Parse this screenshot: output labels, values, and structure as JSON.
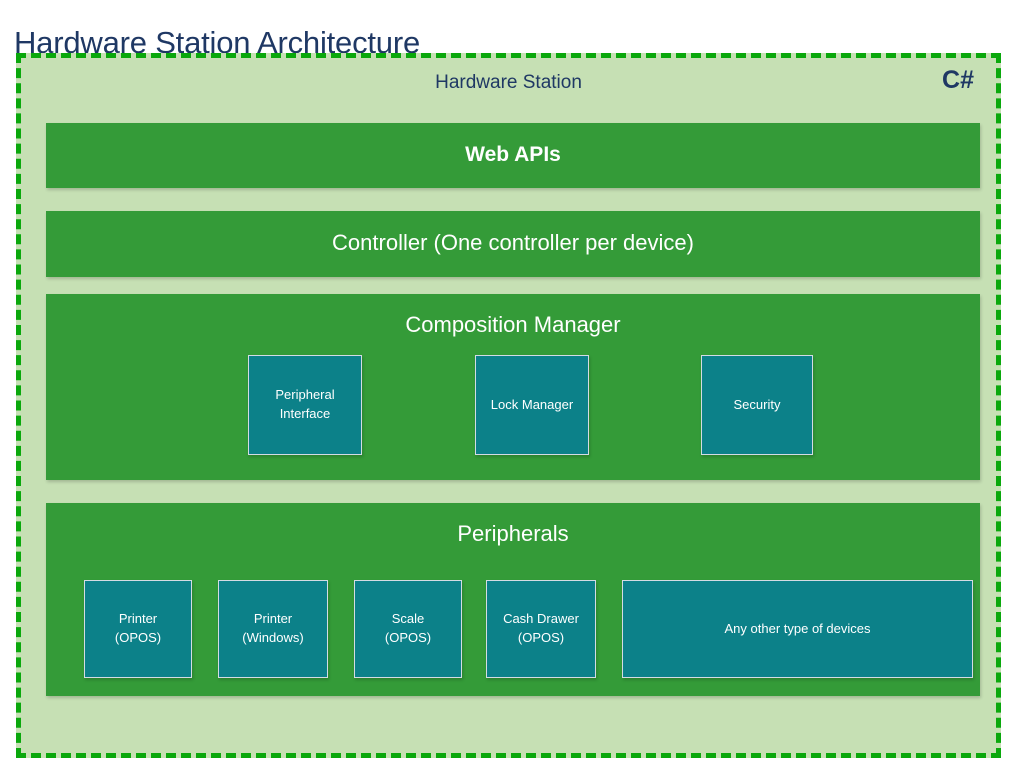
{
  "page": {
    "title": "Hardware Station Architecture"
  },
  "container": {
    "header": "Hardware Station",
    "language_badge": "C#",
    "border_color": "#0AA80C",
    "background_color": "#C6E0B4"
  },
  "colors": {
    "title_navy": "#1F3864",
    "layer_green": "#349B38",
    "component_teal": "#0C8189",
    "component_border": "#D4DCE4",
    "layer_text": "#FFFFFF"
  },
  "layers": [
    {
      "id": "web-apis",
      "title": "Web APIs",
      "components": []
    },
    {
      "id": "controller",
      "title": "Controller (One controller per device)",
      "components": []
    },
    {
      "id": "composition-manager",
      "title": "Composition Manager",
      "components": [
        {
          "id": "peripheral-interface",
          "label": "Peripheral\nInterface",
          "line1": "Peripheral",
          "line2": "Interface"
        },
        {
          "id": "lock-manager",
          "label": "Lock Manager",
          "line1": "Lock Manager",
          "line2": ""
        },
        {
          "id": "security",
          "label": "Security",
          "line1": "Security",
          "line2": ""
        }
      ]
    },
    {
      "id": "peripherals",
      "title": "Peripherals",
      "components": [
        {
          "id": "printer-opos",
          "label": "Printer (OPOS)",
          "line1": "Printer",
          "line2": "(OPOS)"
        },
        {
          "id": "printer-windows",
          "label": "Printer (Windows)",
          "line1": "Printer",
          "line2": "(Windows)"
        },
        {
          "id": "scale-opos",
          "label": "Scale (OPOS)",
          "line1": "Scale",
          "line2": "(OPOS)"
        },
        {
          "id": "cash-drawer-opos",
          "label": "Cash Drawer (OPOS)",
          "line1": "Cash Drawer",
          "line2": "(OPOS)"
        },
        {
          "id": "any-other-devices",
          "label": "Any other type of devices",
          "line1": "Any other type of devices",
          "line2": ""
        }
      ]
    }
  ]
}
